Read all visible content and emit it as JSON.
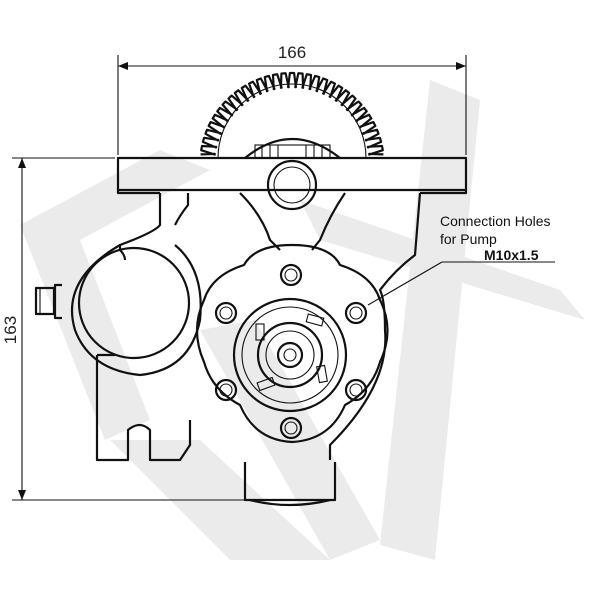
{
  "dimensions": {
    "width_value": "166",
    "height_value": "163"
  },
  "callout": {
    "line1": "Connection Holes",
    "line2": "for Pump",
    "line3": "M10x1.5"
  },
  "watermark": {
    "text": "EV"
  },
  "colors": {
    "line": "#111111",
    "watermark": "#ebebeb",
    "background": "#ffffff"
  }
}
